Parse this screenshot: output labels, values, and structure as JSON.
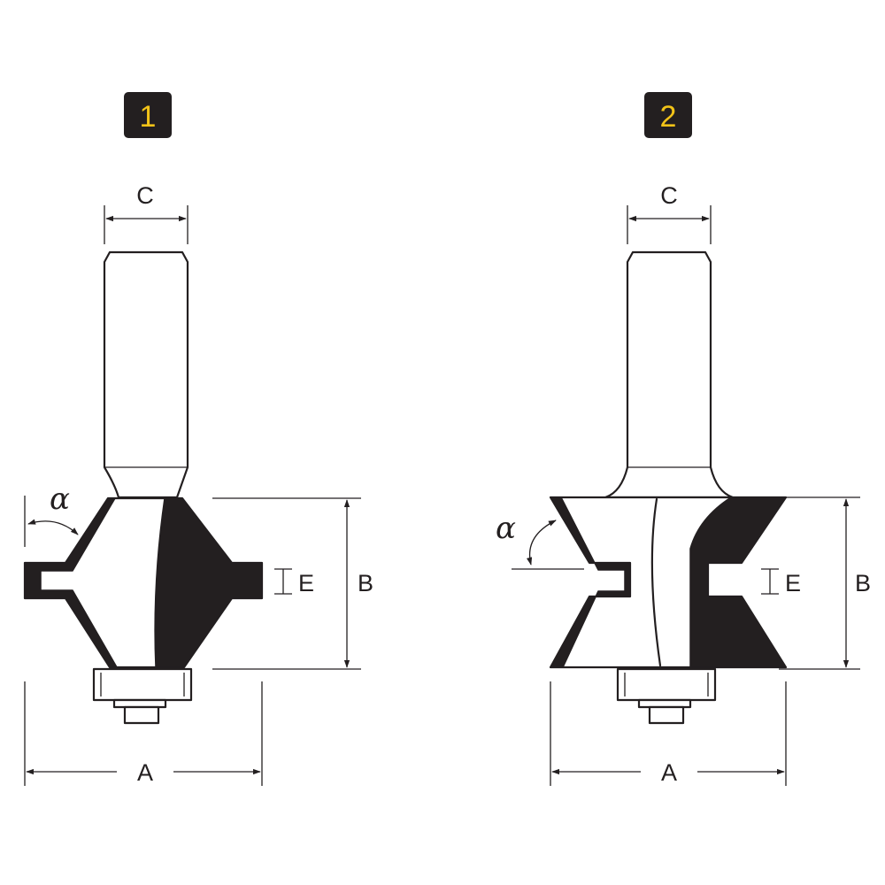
{
  "figures": [
    {
      "badge": "1",
      "labels": {
        "c": "C",
        "a": "A",
        "b": "B",
        "e": "E",
        "alpha": "α"
      }
    },
    {
      "badge": "2",
      "labels": {
        "c": "C",
        "a": "A",
        "b": "B",
        "e": "E",
        "alpha": "α"
      }
    }
  ],
  "colors": {
    "ink": "#231f20",
    "badge_background": "#231f20",
    "badge_text": "#f2c318",
    "background": "#ffffff"
  }
}
